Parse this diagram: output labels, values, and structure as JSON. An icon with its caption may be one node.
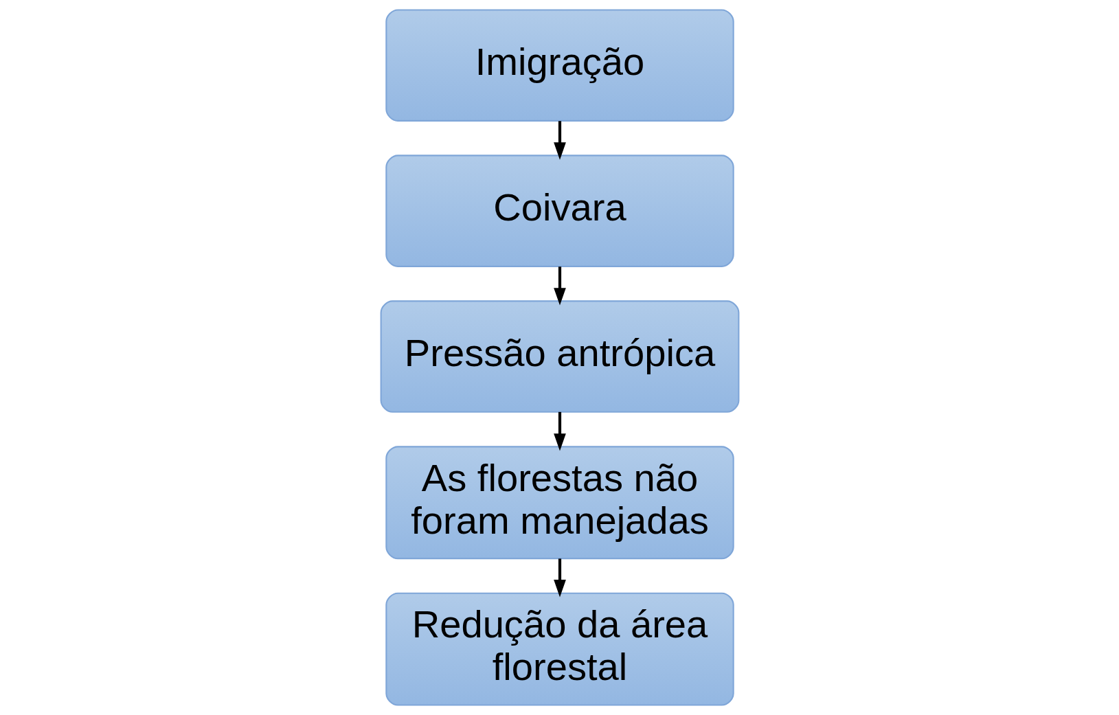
{
  "diagram": {
    "nodes": [
      {
        "text": [
          "Imigração"
        ]
      },
      {
        "text": [
          "Coivara"
        ]
      },
      {
        "text": [
          "Pressão antrópica"
        ]
      },
      {
        "text": [
          "As florestas não foram manejadas"
        ]
      },
      {
        "text": [
          "Redução da área florestal"
        ]
      }
    ],
    "edges": [
      {
        "from": 0,
        "to": 1,
        "arrow": "to"
      },
      {
        "from": 1,
        "to": 2,
        "arrow": "to"
      },
      {
        "from": 2,
        "to": 3,
        "arrow": "to"
      },
      {
        "from": 3,
        "to": 4,
        "arrow": "to"
      }
    ]
  }
}
